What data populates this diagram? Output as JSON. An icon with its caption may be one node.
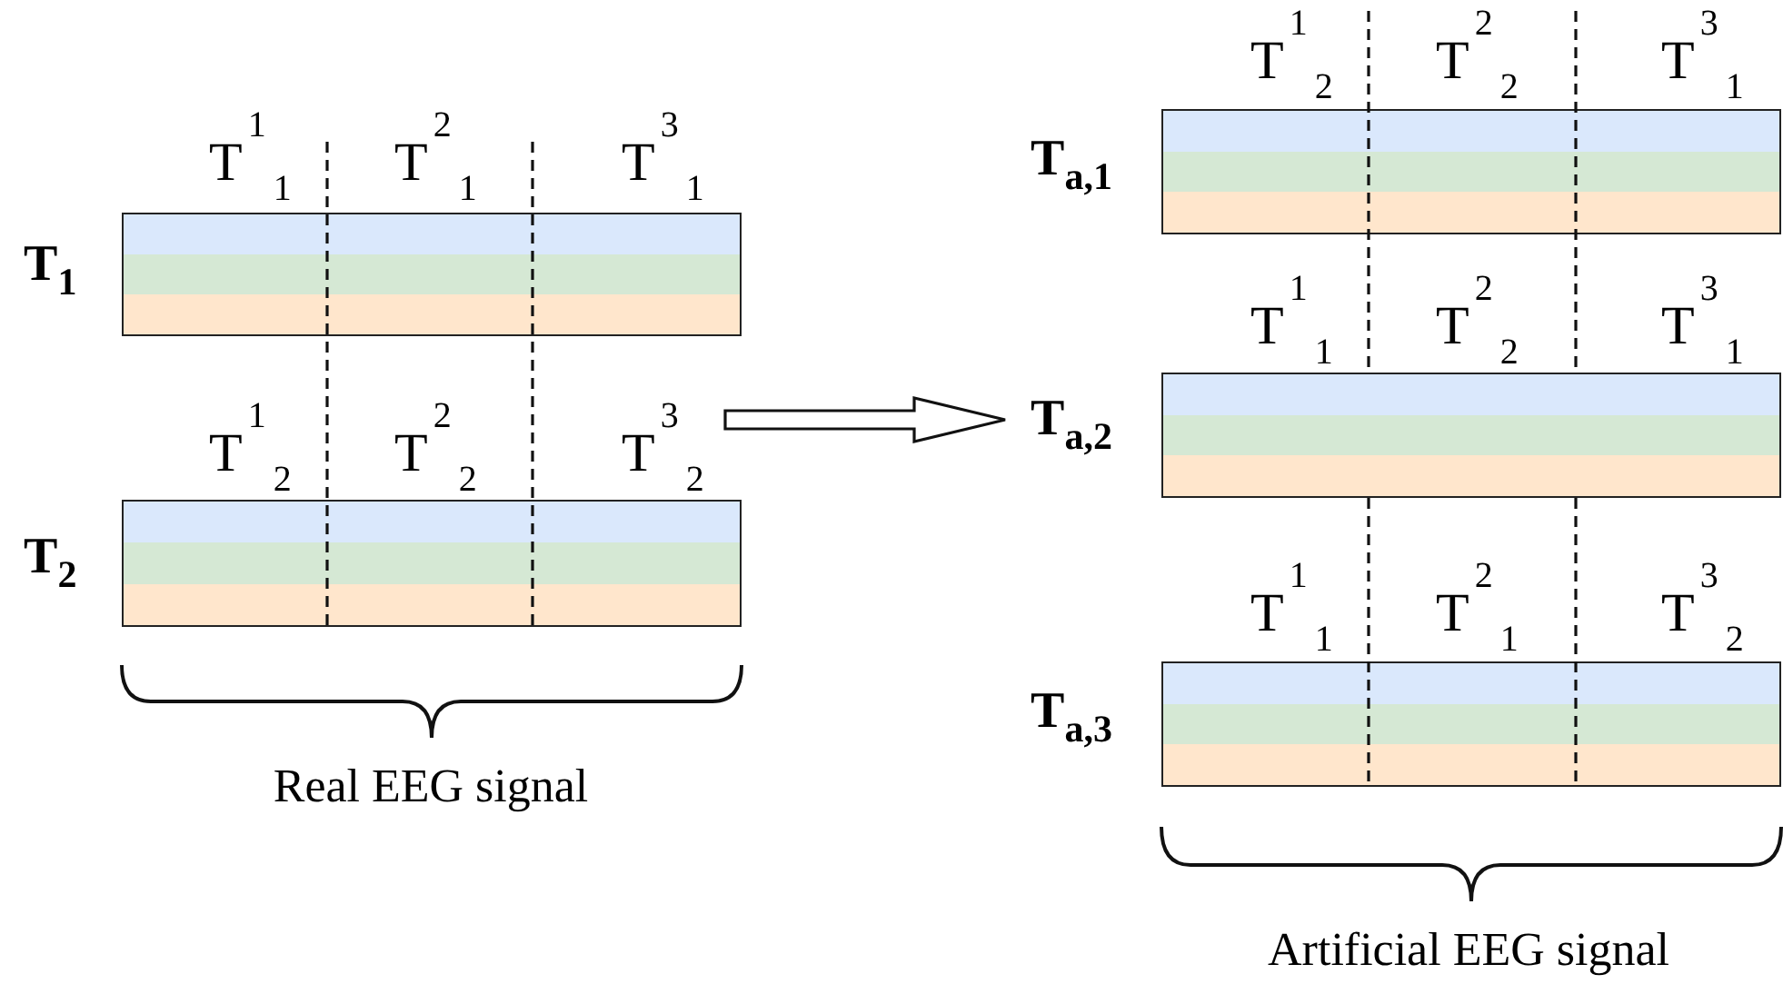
{
  "diagram": {
    "nodes": [
      {
        "text": [
          "T$_{1}$"
        ]
      },
      {
        "text": [
          "T$_{2}$"
        ]
      },
      {
        "text": [
          "T$_{a,1}$"
        ]
      },
      {
        "text": [
          "T$_{a,2}$"
        ]
      },
      {
        "text": [
          "T$_{a,3}$"
        ]
      }
    ],
    "edges": [
      {
        "from": null,
        "to": 3,
        "arrow": "to"
      }
    ],
    "labels": [
      "T$^{1}$$_{1}$",
      "T$^{2}$$_{1}$",
      "T$^{3}$$_{1}$",
      "T$^{1}$$_{2}$",
      "T$^{2}$$_{2}$",
      "T$^{3}$$_{2}$",
      "Real EEG signal",
      "T$^{1}$$_{2}$",
      "T$^{2}$$_{2}$",
      "T$^{3}$$_{1}$",
      "T$^{1}$$_{1}$",
      "T$^{2}$$_{2}$",
      "T$^{3}$$_{1}$",
      "T$^{1}$$_{1}$",
      "T$^{2}$$_{1}$",
      "T$^{3}$$_{2}$",
      "Artificial EEG signal"
    ]
  }
}
